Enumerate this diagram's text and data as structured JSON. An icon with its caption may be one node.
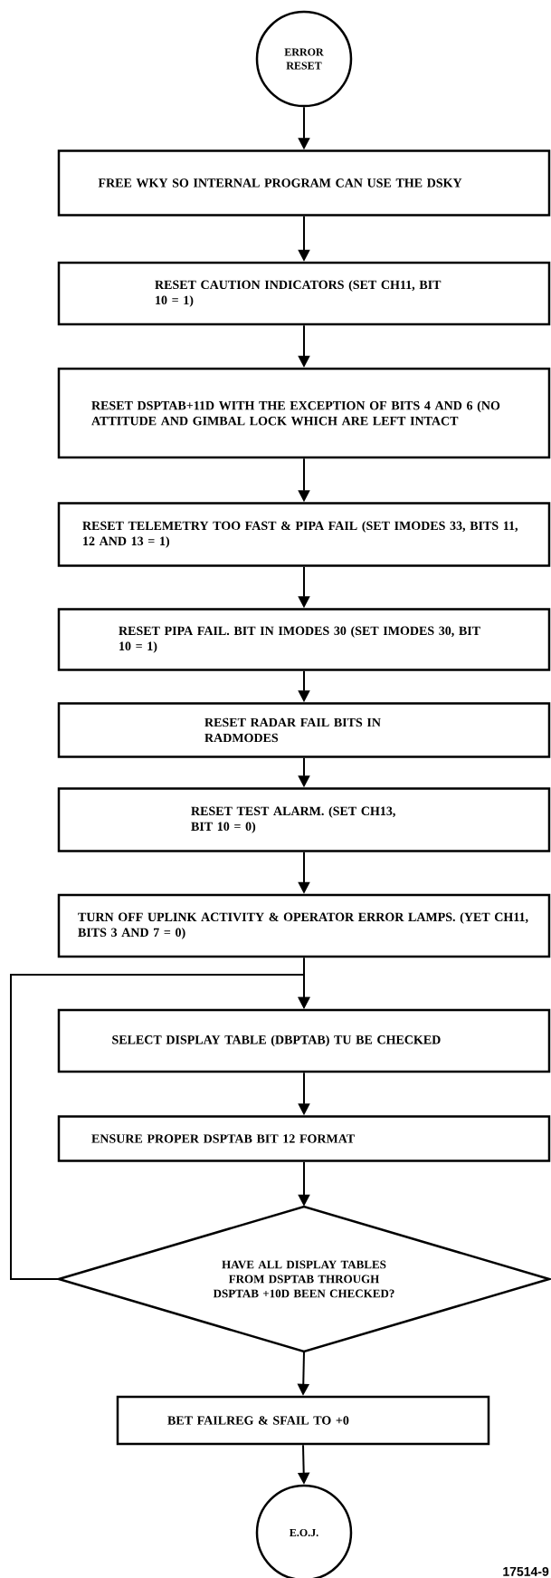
{
  "diagram": {
    "nodes": [
      {
        "text": [
          "ERROR RESET"
        ]
      },
      {
        "text": [
          "FREE WKY SO INTERNAL PROGRAM CAN USE THE DSKY"
        ]
      },
      {
        "text": [
          "RESET CAUTION INDICATORS (SET CH11, BIT 10 = 1)"
        ]
      },
      {
        "text": [
          "RESET DSPTAB+11D WITH THE EXCEPTION OF BITS 4 AND 6 (NO ATTITUDE AND GIMBAL LOCK WHICH ARE LEFT INTACT"
        ]
      },
      {
        "text": [
          "RESET TELEMETRY TOO FAST & PIPA FAIL (SET IMODES 33, BITS 11, 12 AND 13 = 1)"
        ]
      },
      {
        "text": [
          "RESET PIPA FAIL. BIT IN IMODES 30 (SET IMODES 30, BIT 10 = 1)"
        ]
      },
      {
        "text": [
          "RESET RADAR FAIL BITS IN RADMODES"
        ]
      },
      {
        "text": [
          "RESET TEST ALARM. (SET CH13, BIT 10 = 0)"
        ]
      },
      {
        "text": [
          "TURN OFF UPLINK ACTIVITY & OPERATOR ERROR LAMPS. (YET CH11, BITS 3 AND 7 = 0)"
        ]
      },
      {
        "text": [
          "SELECT DISPLAY TABLE (DBPTAB) TU BE CHECKED"
        ]
      },
      {
        "text": [
          "ENSURE PROPER DSPTAB BIT 12 FORMAT"
        ]
      },
      {
        "text": [
          "HAVE ALL DISPLAY TABLES FROM DSPTAB THROUGH DSPTAB +10D BEEN CHECKED?"
        ]
      },
      {
        "text": [
          "BET FAILREG & SFAIL TO +0"
        ]
      },
      {
        "text": [
          "E.O.J."
        ]
      }
    ],
    "edges": [
      {
        "from": 0,
        "to": 1,
        "arrow": "to"
      },
      {
        "from": 1,
        "to": 2,
        "arrow": "to"
      },
      {
        "from": 2,
        "to": 3,
        "arrow": "to"
      },
      {
        "from": 3,
        "to": 4,
        "arrow": "to"
      },
      {
        "from": 4,
        "to": 5,
        "arrow": "to"
      },
      {
        "from": 5,
        "to": 6,
        "arrow": "to"
      },
      {
        "from": 6,
        "to": 7,
        "arrow": "to"
      },
      {
        "from": 7,
        "to": 8,
        "arrow": "to"
      },
      {
        "from": 8,
        "to": 9,
        "arrow": "to"
      },
      {
        "from": 9,
        "to": 10,
        "arrow": "to"
      },
      {
        "from": 10,
        "to": 11,
        "arrow": "to"
      },
      {
        "from": 11,
        "to": 9,
        "arrow": "to"
      },
      {
        "from": 11,
        "to": 12,
        "arrow": "to"
      },
      {
        "from": 12,
        "to": 13,
        "arrow": "to"
      }
    ],
    "labels": [
      "17514-9"
    ]
  }
}
